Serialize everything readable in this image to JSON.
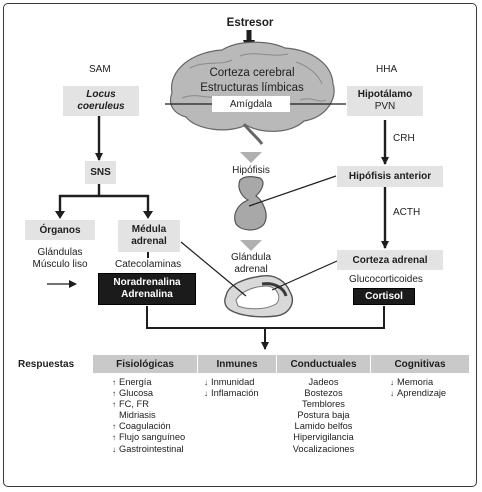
{
  "stressor": "Estresor",
  "brain": {
    "line1": "Corteza cerebral",
    "line2": "Estructuras límbicas",
    "amygdala": "Amígdala"
  },
  "sam": {
    "title": "SAM",
    "locus": "Locus coeruleus",
    "sns": "SNS",
    "organs": "Órganos",
    "organs_sub": [
      "Glándulas",
      "Músculo liso"
    ],
    "medulla": "Médula adrenal",
    "catechol_label": "Catecolaminas",
    "hormones": [
      "Noradrenalina",
      "Adrenalina"
    ]
  },
  "hha": {
    "title": "HHA",
    "hypothalamus": "Hipotálamo",
    "pvn": "PVN",
    "crh": "CRH",
    "anterior_pituitary": "Hipófisis anterior",
    "acth": "ACTH",
    "adrenal_cortex": "Corteza adrenal",
    "gluco_label": "Glucocorticoides",
    "cortisol": "Cortisol"
  },
  "center": {
    "pituitary": "Hipófisis",
    "adrenal_gland": [
      "Glándula",
      "adrenal"
    ]
  },
  "responses": {
    "title": "Respuestas",
    "categories": [
      {
        "name": "Fisiológicas",
        "items": [
          {
            "arrow": "↑",
            "text": "Energía"
          },
          {
            "arrow": "↑",
            "text": "Glucosa"
          },
          {
            "arrow": "↑",
            "text": "FC, FR"
          },
          {
            "arrow": "",
            "text": "Midriasis"
          },
          {
            "arrow": "↑",
            "text": "Coagulación"
          },
          {
            "arrow": "↑",
            "text": "Flujo sanguíneo"
          },
          {
            "arrow": "↓",
            "text": "Gastrointestinal"
          }
        ]
      },
      {
        "name": "Inmunes",
        "items": [
          {
            "arrow": "↓",
            "text": "Inmunidad"
          },
          {
            "arrow": "↓",
            "text": "Inflamación"
          }
        ]
      },
      {
        "name": "Conductuales",
        "items": [
          {
            "arrow": "",
            "text": "Jadeos"
          },
          {
            "arrow": "",
            "text": "Bostezos"
          },
          {
            "arrow": "",
            "text": "Temblores"
          },
          {
            "arrow": "",
            "text": "Postura baja"
          },
          {
            "arrow": "",
            "text": "Lamido belfos"
          },
          {
            "arrow": "",
            "text": "Hipervigilancia"
          },
          {
            "arrow": "",
            "text": "Vocalizaciones"
          }
        ]
      },
      {
        "name": "Cognitivas",
        "items": [
          {
            "arrow": "↓",
            "text": "Memoria"
          },
          {
            "arrow": "↓",
            "text": "Aprendizaje"
          }
        ]
      }
    ]
  }
}
